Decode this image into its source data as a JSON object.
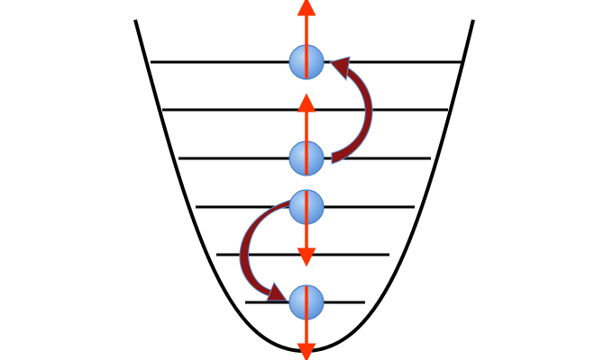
{
  "diagram": {
    "well_color": "#000000",
    "level_color": "#000000",
    "spin_arrow_color": "#ff3300",
    "transition_arrow_color": "#8b1414",
    "transition_arrow_edge": "#5b8fd0",
    "particle_fill_light": "#bcdaf8",
    "particle_fill_dark": "#5f96dd",
    "particle_stroke": "#4a7fc4",
    "energy_levels": 6,
    "particles": [
      {
        "level": 6,
        "spin": "up"
      },
      {
        "level": 4,
        "spin": "up"
      },
      {
        "level": 3,
        "spin": "down"
      },
      {
        "level": 1,
        "spin": "down"
      }
    ],
    "transitions": [
      {
        "from_level": 4,
        "to_level": 6,
        "side": "right"
      },
      {
        "from_level": 3,
        "to_level": 1,
        "side": "left"
      }
    ]
  }
}
